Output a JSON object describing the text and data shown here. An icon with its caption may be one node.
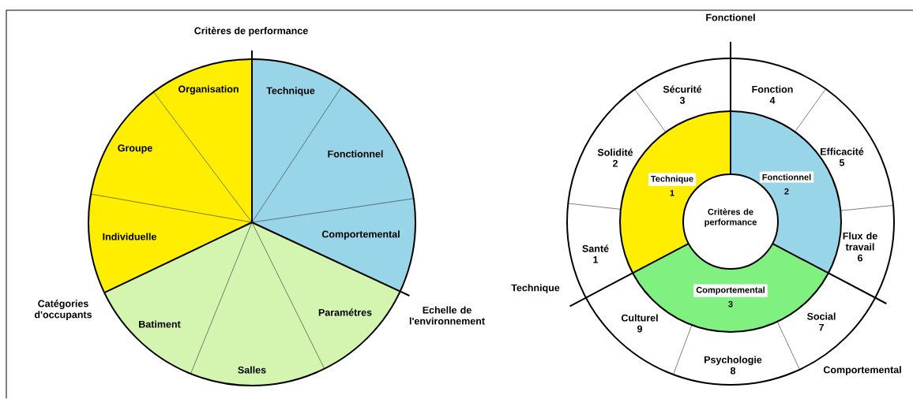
{
  "diagram": {
    "nodes": [
      {
        "text": [
          "Technique"
        ]
      },
      {
        "text": [
          "Fonctionnel"
        ]
      },
      {
        "text": [
          "Comportemental"
        ]
      },
      {
        "text": [
          "Paramétres"
        ]
      },
      {
        "text": [
          "Salles"
        ]
      },
      {
        "text": [
          "Batiment"
        ]
      },
      {
        "text": [
          "Individuelle"
        ]
      },
      {
        "text": [
          "Groupe"
        ]
      },
      {
        "text": [
          "Organisation"
        ]
      },
      {
        "text": [
          "Critères de performance"
        ]
      },
      {
        "text": [
          "Technique",
          "1"
        ]
      },
      {
        "text": [
          "Fonctionnel",
          "2"
        ]
      },
      {
        "text": [
          "Comportemental",
          "3"
        ]
      },
      {
        "text": [
          "Fonction",
          "4"
        ]
      },
      {
        "text": [
          "Efficacité",
          "5"
        ]
      },
      {
        "text": [
          "Flux de travail",
          "6"
        ]
      },
      {
        "text": [
          "Social",
          "7"
        ]
      },
      {
        "text": [
          "Psychologie",
          "8"
        ]
      },
      {
        "text": [
          "Culturel",
          "9"
        ]
      },
      {
        "text": [
          "Santé",
          "1"
        ]
      },
      {
        "text": [
          "Solidité",
          "2"
        ]
      },
      {
        "text": [
          "Sécurité",
          "3"
        ]
      }
    ],
    "labels": [
      "Critères de performance",
      "Catégories d'occupants",
      "Echelle de l'environnement",
      "Fonctionel",
      "Technique",
      "Comportemental"
    ]
  }
}
